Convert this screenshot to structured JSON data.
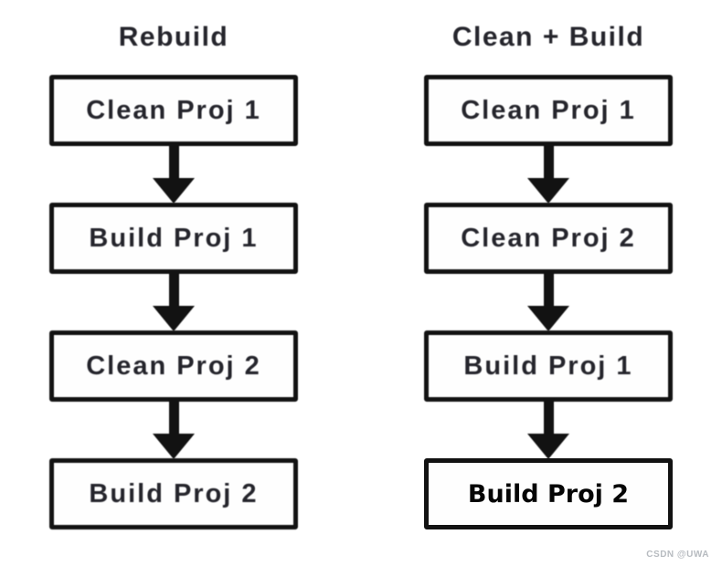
{
  "diagram": {
    "columns": [
      {
        "title": "Rebuild",
        "steps": [
          "Clean Proj 1",
          "Build Proj 1",
          "Clean Proj 2",
          "Build Proj 2"
        ]
      },
      {
        "title": "Clean + Build",
        "steps": [
          "Clean Proj 1",
          "Clean Proj 2",
          "Build Proj 1",
          "Build Proj 2"
        ]
      }
    ],
    "colors": {
      "background": "#ffffff",
      "box_border": "#121212",
      "arrow": "#121212",
      "text": "#25252c",
      "alt_text": "#050505",
      "watermark": "#b7bbc0"
    }
  },
  "watermark": "CSDN @UWA"
}
